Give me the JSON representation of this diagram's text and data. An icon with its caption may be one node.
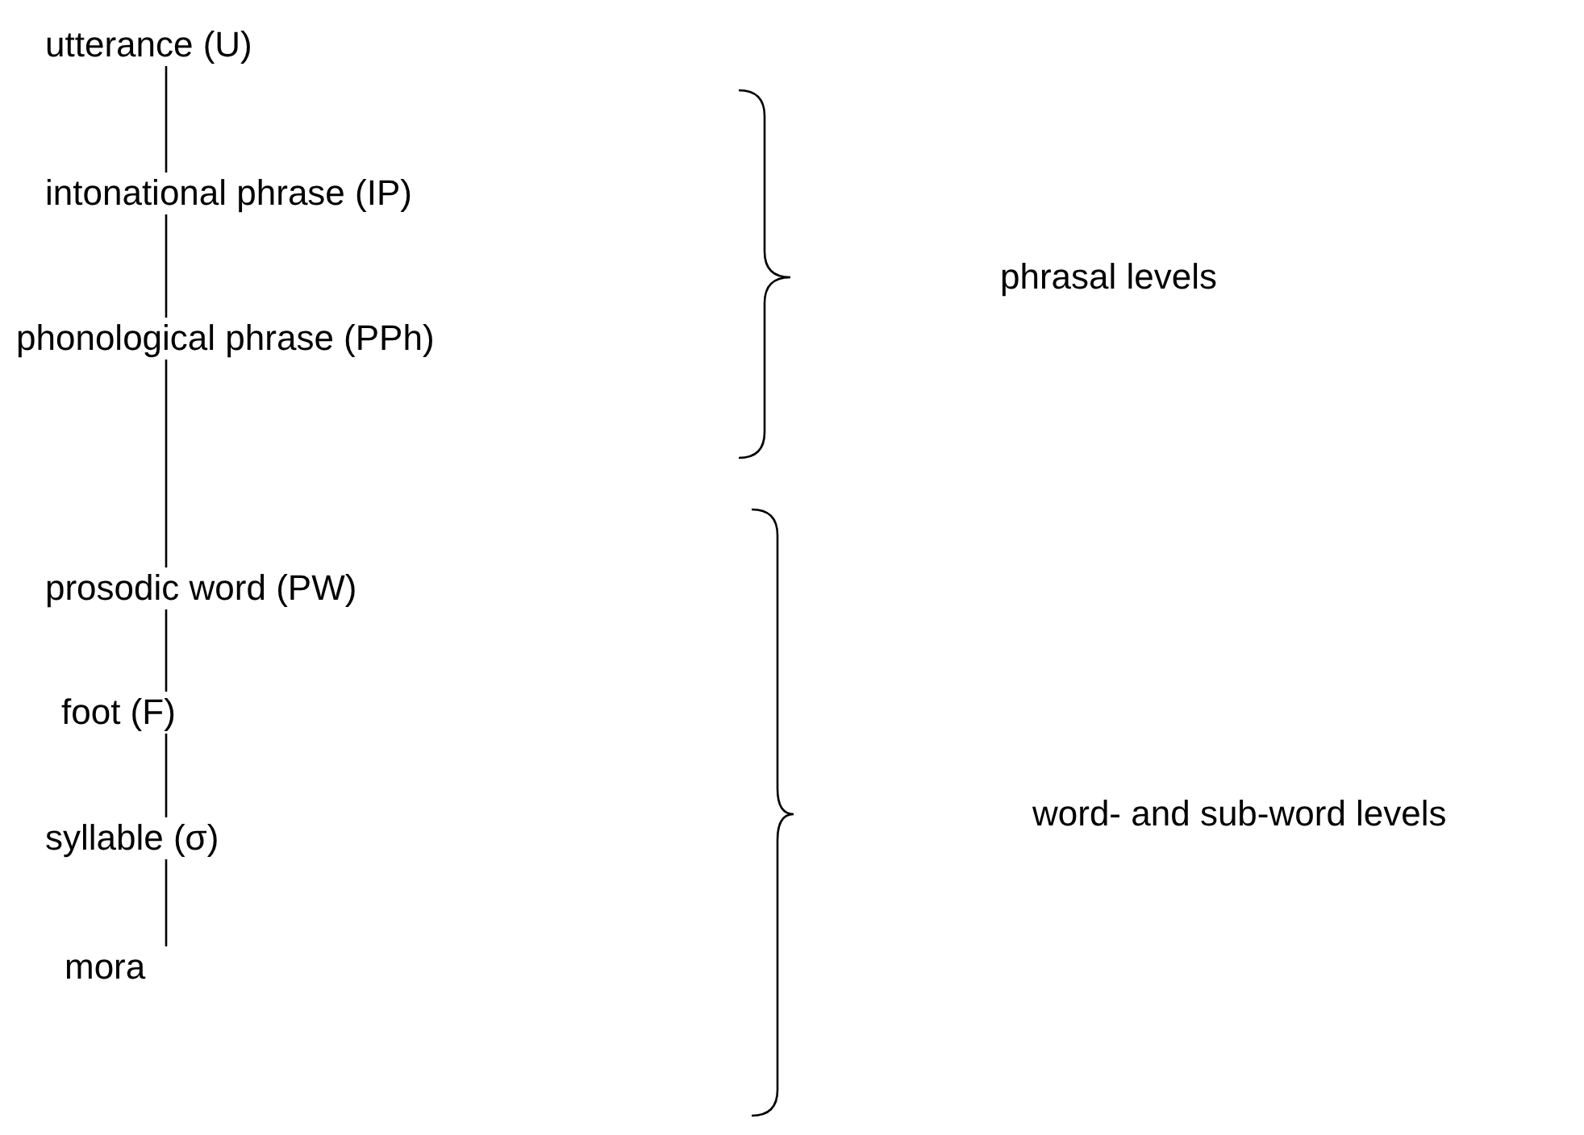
{
  "diagram": {
    "nodes": [
      {
        "text": [
          "utterance (U)"
        ]
      },
      {
        "text": [
          "intonational phrase (IP)"
        ]
      },
      {
        "text": [
          "phonological phrase (PPh)"
        ]
      },
      {
        "text": [
          "prosodic word (PW)"
        ]
      },
      {
        "text": [
          "foot (F)"
        ]
      },
      {
        "text": [
          "syllable (σ)"
        ]
      },
      {
        "text": [
          "mora"
        ]
      }
    ],
    "edges": [
      {
        "from": 0,
        "to": 1,
        "arrow": "none"
      },
      {
        "from": 1,
        "to": 2,
        "arrow": "none"
      },
      {
        "from": 2,
        "to": 3,
        "arrow": "none"
      },
      {
        "from": 3,
        "to": 4,
        "arrow": "none"
      },
      {
        "from": 4,
        "to": 5,
        "arrow": "none"
      },
      {
        "from": 5,
        "to": 6,
        "arrow": "none"
      }
    ],
    "labels": [
      "phrasal levels",
      "word- and sub-word levels"
    ]
  }
}
